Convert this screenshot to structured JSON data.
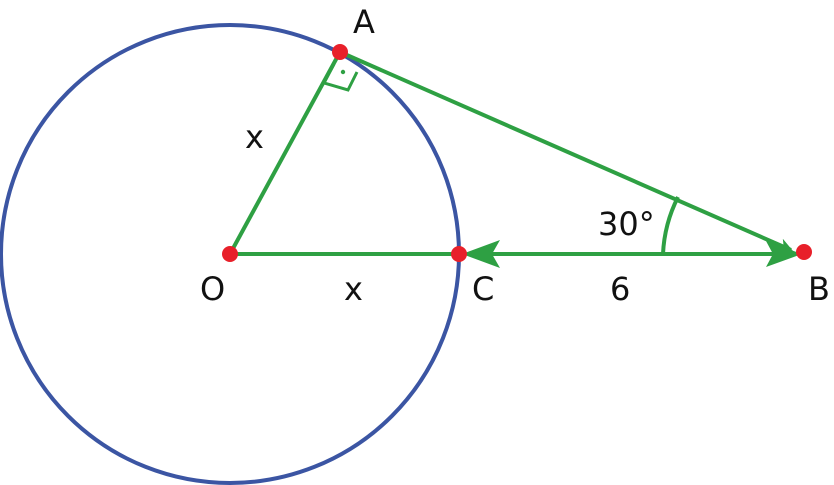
{
  "colors": {
    "circle": "#3b55a3",
    "segment": "#2ea043",
    "point": "#e8202a",
    "text": "#111111"
  },
  "points": {
    "A": "A",
    "O": "O",
    "C": "C",
    "B": "B"
  },
  "labels": {
    "radius_oa": "x",
    "radius_oc": "x",
    "segment_cb": "6",
    "angle_b": "30°"
  }
}
